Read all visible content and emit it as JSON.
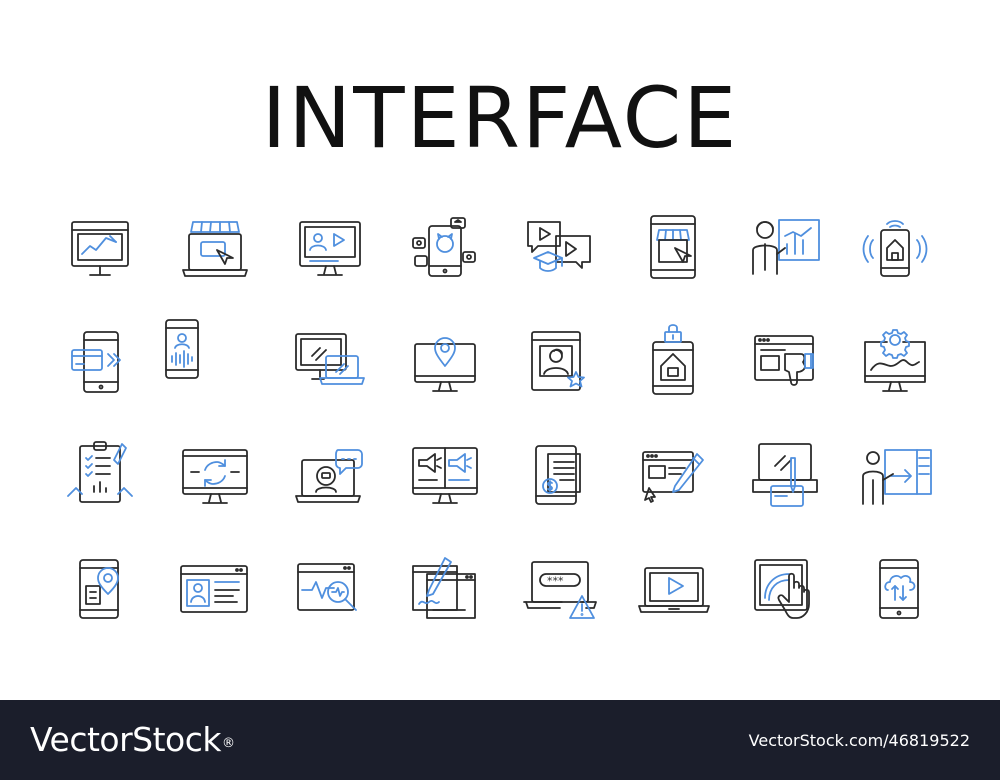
{
  "title": "INTERFACE",
  "icons": [
    "monitor-chart-icon",
    "laptop-shop-icon",
    "monitor-video-call-icon",
    "phone-social-icon",
    "video-chat-education-icon",
    "tablet-shop-icon",
    "presenter-chart-icon",
    "smart-home-phone-icon",
    "phone-card-payment-icon",
    "phone-voice-icon",
    "monitor-laptop-icon",
    "monitor-location-icon",
    "profile-rating-icon",
    "phone-smart-home-icon",
    "browser-dislike-icon",
    "monitor-settings-icon",
    "checklist-chart-icon",
    "monitor-refresh-icon",
    "laptop-chatbot-icon",
    "monitor-marketing-icon",
    "tablet-invoice-icon",
    "browser-edit-icon",
    "drawing-tablet-icon",
    "presenter-board-icon",
    "phone-map-location-icon",
    "browser-profile-icon",
    "browser-health-search-icon",
    "document-signing-icon",
    "laptop-password-warning-icon",
    "laptop-video-icon",
    "touchscreen-tap-icon",
    "tablet-cloud-sync-icon"
  ],
  "footer": {
    "brand": "VectorStock",
    "registered": "®",
    "image_id": "VectorStock.com/46819522"
  },
  "colors": {
    "accent": "#4f8fde",
    "line": "#2b2b2b",
    "footer_bg": "#1b1e2b"
  }
}
